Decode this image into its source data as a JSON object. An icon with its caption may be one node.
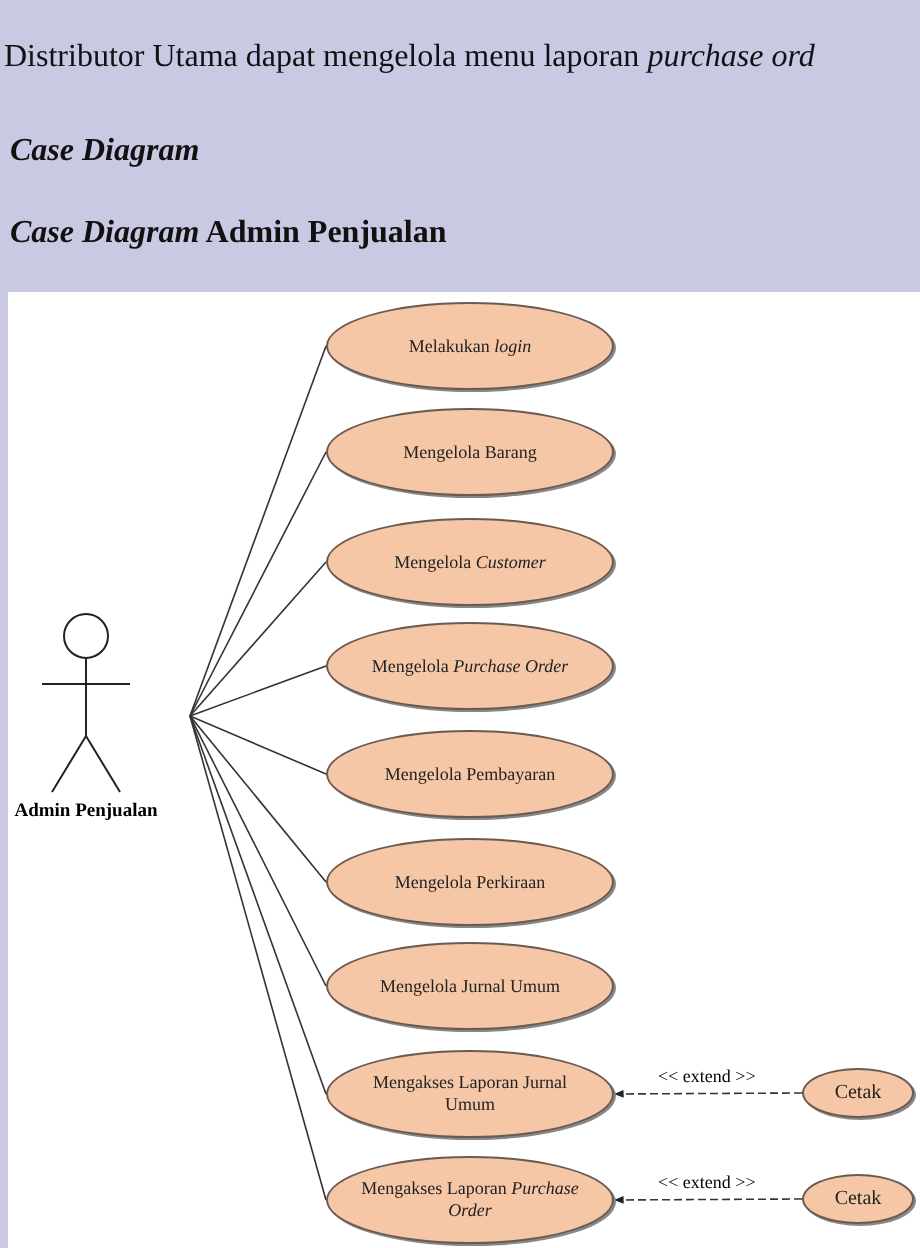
{
  "diagram": {
    "nodes": [
      {
        "text": [
          "Admin Penjualan"
        ]
      },
      {
        "text": [
          "Melakukan *login*"
        ]
      },
      {
        "text": [
          "Mengelola Barang"
        ]
      },
      {
        "text": [
          "Mengelola *Customer*"
        ]
      },
      {
        "text": [
          "Mengelola *Purchase Order*"
        ]
      },
      {
        "text": [
          "Mengelola Pembayaran"
        ]
      },
      {
        "text": [
          "Mengelola Perkiraan"
        ]
      },
      {
        "text": [
          "Mengelola Jurnal Umum"
        ]
      },
      {
        "text": [
          "Mengakses Laporan Jurnal Umum"
        ]
      },
      {
        "text": [
          "Mengakses Laporan *Purchase Order*"
        ]
      },
      {
        "text": [
          "Cetak"
        ]
      },
      {
        "text": [
          "Cetak"
        ]
      }
    ],
    "edges": [
      {
        "from": 0,
        "to": 1,
        "arrow": "none"
      },
      {
        "from": 0,
        "to": 2,
        "arrow": "none"
      },
      {
        "from": 0,
        "to": 3,
        "arrow": "none"
      },
      {
        "from": 0,
        "to": 4,
        "arrow": "none"
      },
      {
        "from": 0,
        "to": 5,
        "arrow": "none"
      },
      {
        "from": 0,
        "to": 6,
        "arrow": "none"
      },
      {
        "from": 0,
        "to": 7,
        "arrow": "none"
      },
      {
        "from": 0,
        "to": 8,
        "arrow": "none"
      },
      {
        "from": 0,
        "to": 9,
        "arrow": "none"
      },
      {
        "from": 10,
        "to": 8,
        "arrow": "to",
        "label": "<< extend >>",
        "style": "dashed"
      },
      {
        "from": 11,
        "to": 9,
        "arrow": "to",
        "label": "<< extend >>",
        "style": "dashed"
      }
    ],
    "labels": [
      "Distributor Utama dapat mengelola menu laporan *purchase ord*",
      "Case Diagram",
      "*Case Diagram* Admin Penjualan"
    ]
  }
}
